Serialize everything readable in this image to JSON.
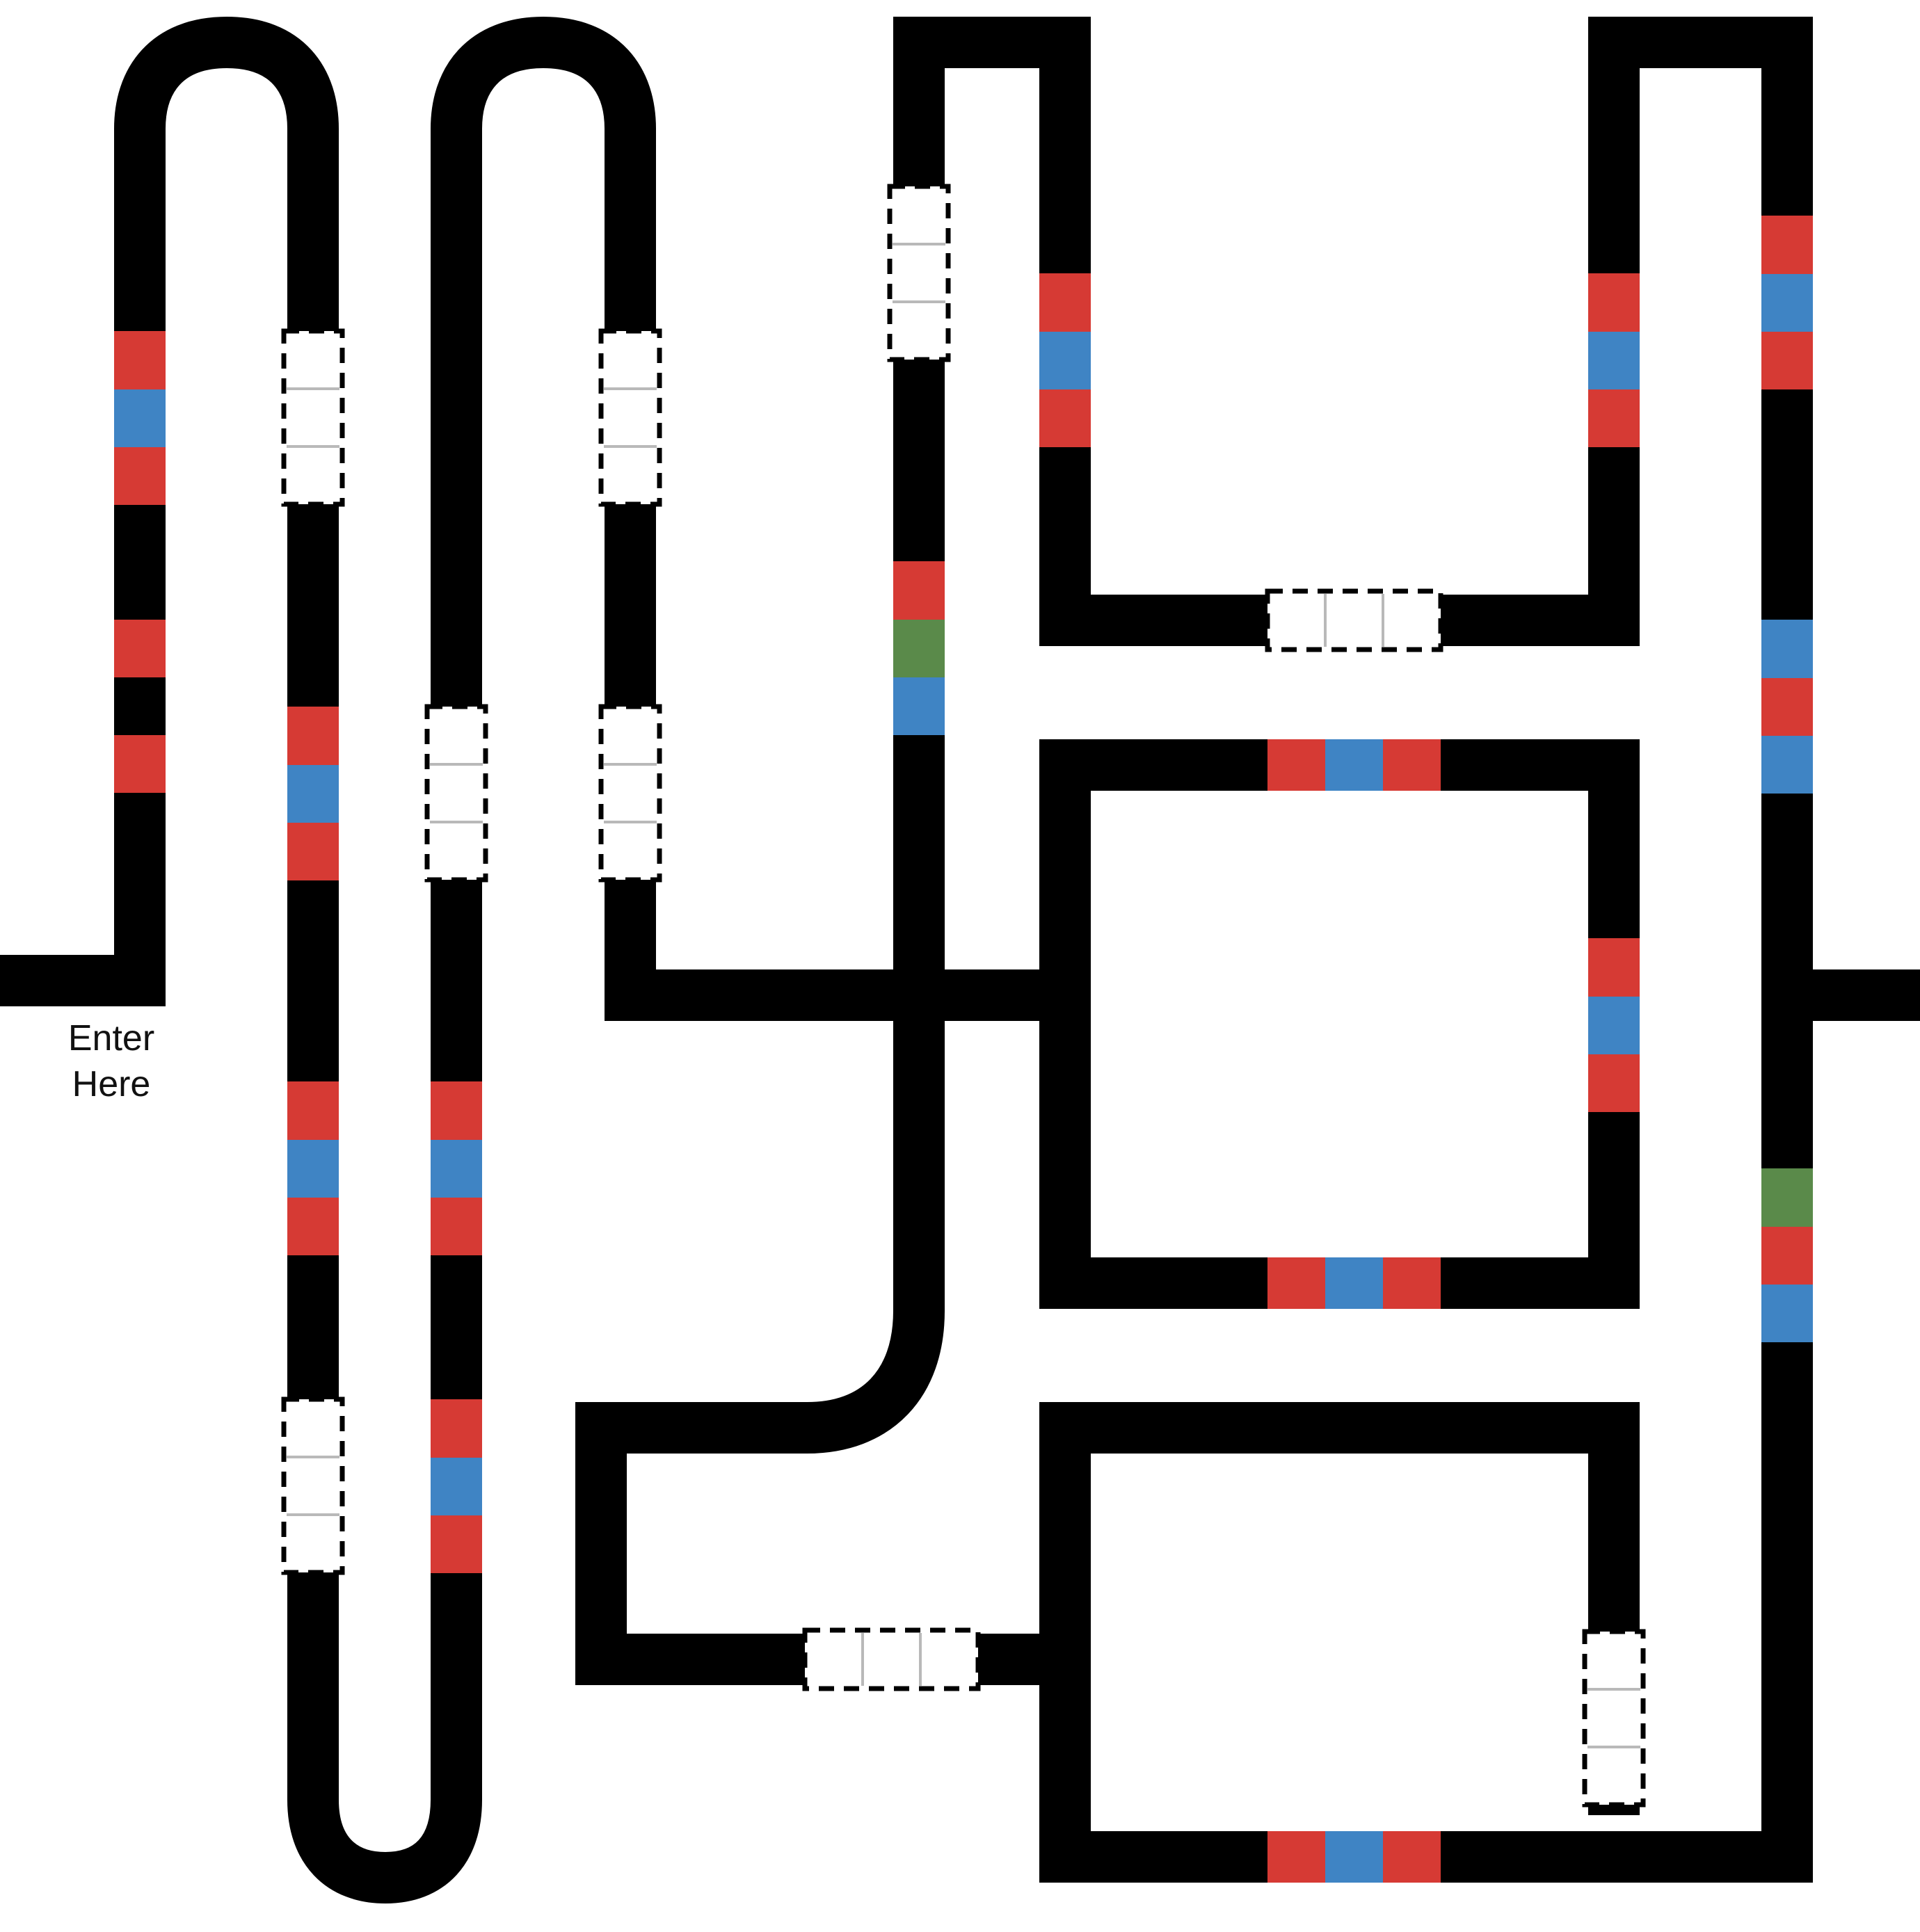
{
  "entrance_label": {
    "line1": "Enter",
    "line2": "Here"
  },
  "colors": {
    "background": "#ffffff",
    "track": "#000000",
    "red": "#d63a34",
    "blue": "#3f84c4",
    "green": "#5a8a4a",
    "gate_dash": "#000000",
    "gate_divider": "#b9b9b9"
  },
  "legend_note": {
    "marker_colors": [
      "red",
      "blue",
      "green"
    ],
    "gate_style": "dashed-white-box"
  }
}
